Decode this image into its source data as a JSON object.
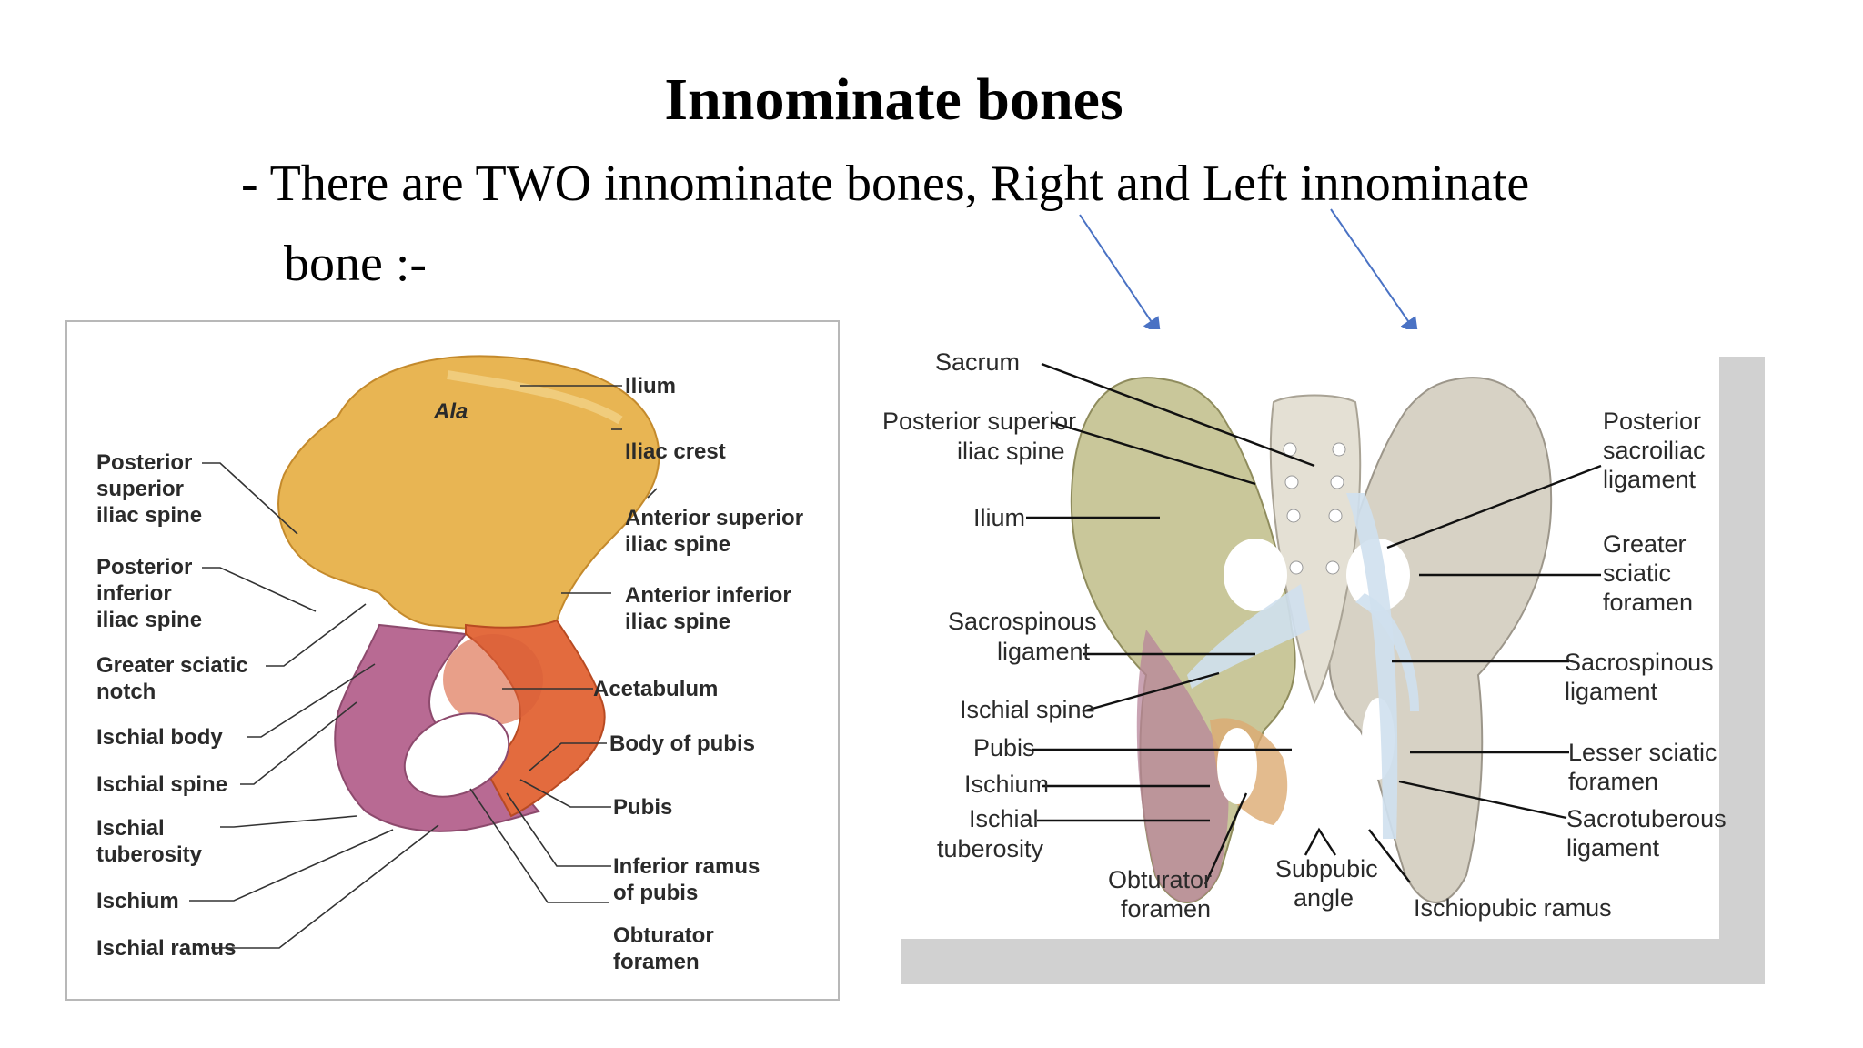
{
  "slide": {
    "title": "Innominate bones",
    "bullet_line1": "- There are TWO innominate bones, Right and Left innominate",
    "bullet_line2": "bone :-"
  },
  "left_figure": {
    "labels": {
      "ala": "Ala",
      "ilium": "Ilium",
      "iliac_crest": "Iliac crest",
      "asis_1": "Anterior superior",
      "asis_2": "iliac spine",
      "aiis_1": "Anterior inferior",
      "aiis_2": "iliac spine",
      "acetabulum": "Acetabulum",
      "body_pubis": "Body of pubis",
      "pubis": "Pubis",
      "inf_ramus_1": "Inferior ramus",
      "inf_ramus_2": "of pubis",
      "obturator_1": "Obturator",
      "obturator_2": "foramen",
      "psis_1": "Posterior",
      "psis_2": "superior",
      "psis_3": "iliac spine",
      "piis_1": "Posterior",
      "piis_2": "inferior",
      "piis_3": "iliac spine",
      "gsn_1": "Greater sciatic",
      "gsn_2": "notch",
      "ischial_body": "Ischial body",
      "ischial_spine": "Ischial spine",
      "tuber_1": "Ischial",
      "tuber_2": "tuberosity",
      "ischium": "Ischium",
      "ischial_ramus": "Ischial ramus"
    }
  },
  "right_figure": {
    "labels": {
      "sacrum": "Sacrum",
      "psis_1": "Posterior superior",
      "psis_2": "iliac spine",
      "ilium": "Ilium",
      "ssl_1": "Sacrospinous",
      "ssl_2": "ligament",
      "ischial_spine": "Ischial spine",
      "pubis": "Pubis",
      "ischium": "Ischium",
      "tuber_1": "Ischial",
      "tuber_2": "tuberosity",
      "obt_1": "Obturator",
      "obt_2": "foramen",
      "subpubic_1": "Subpubic",
      "subpubic_2": "angle",
      "ischiopubic": "Ischiopubic ramus",
      "psl_1": "Posterior",
      "psl_2": "sacroiliac",
      "psl_3": "ligament",
      "gsf_1": "Greater",
      "gsf_2": "sciatic",
      "gsf_3": "foramen",
      "ssl_r_1": "Sacrospinous",
      "ssl_r_2": "ligament",
      "lsf_1": "Lesser sciatic",
      "lsf_2": "foramen",
      "stl_1": "Sacrotuberous",
      "stl_2": "ligament"
    }
  },
  "colors": {
    "arrow": "#4a72c4",
    "ilium_bone": "#e8b553",
    "ischium_bone": "#b86a93",
    "pubis_bone": "#e36b3e"
  }
}
